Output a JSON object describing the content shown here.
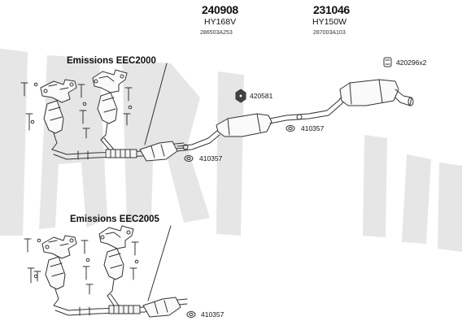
{
  "colors": {
    "line": "#333333",
    "watermark": "#e6e6e6"
  },
  "header": {
    "left": {
      "ref": "240908",
      "model": "HY168V",
      "code": "286503A253"
    },
    "right": {
      "ref": "231046",
      "model": "HY150W",
      "code": "287003A103"
    }
  },
  "sections": {
    "top": {
      "label": "Emissions EEC2000"
    },
    "bottom": {
      "label": "Emissions EEC2005"
    }
  },
  "parts": {
    "clamp_set": "420296x2",
    "hanger": "420581",
    "gasket_mid": "410357",
    "gasket_top": "410357",
    "gasket_bottom": "410357"
  },
  "icons": [
    "clamp-icon",
    "rubber-hanger-icon",
    "gasket-ring-icon"
  ]
}
